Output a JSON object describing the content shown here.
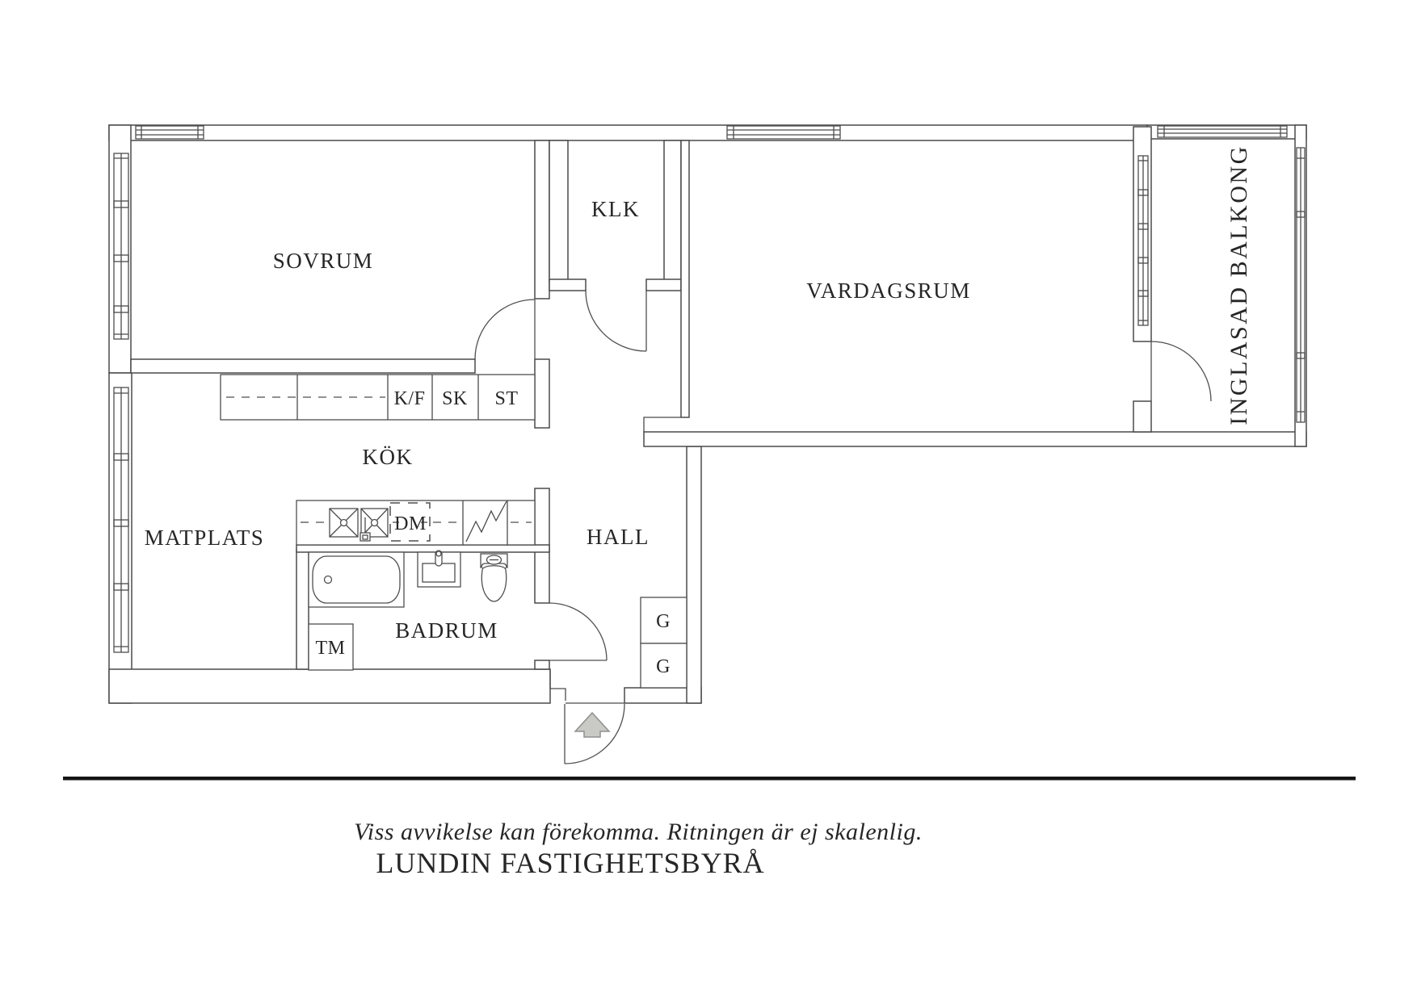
{
  "plan": {
    "rooms": {
      "bedroom": "SOVRUM",
      "closet": "KLK",
      "living_room": "VARDAGSRUM",
      "glazed_balcony": "INGLASAD BALKONG",
      "kitchen": "KÖK",
      "dining": "MATPLATS",
      "hall": "HALL",
      "bathroom": "BADRUM"
    },
    "fixtures": {
      "fridge_freezer": "K/F",
      "cabinet": "SK",
      "tall_cabinet": "ST",
      "dishwasher": "DM",
      "washing_machine": "TM",
      "wardrobe_1": "G",
      "wardrobe_2": "G"
    }
  },
  "footer": {
    "disclaimer": "Viss avvikelse kan förekomma. Ritningen är ej skalenlig.",
    "company": "LUNDIN FASTIGHETSBYRÅ"
  },
  "colors": {
    "line": "#4a4a4a",
    "text": "#262626",
    "arrow_fill": "#c9c9c6",
    "arrow_stroke": "#8f8f8d",
    "separator": "#151515"
  }
}
